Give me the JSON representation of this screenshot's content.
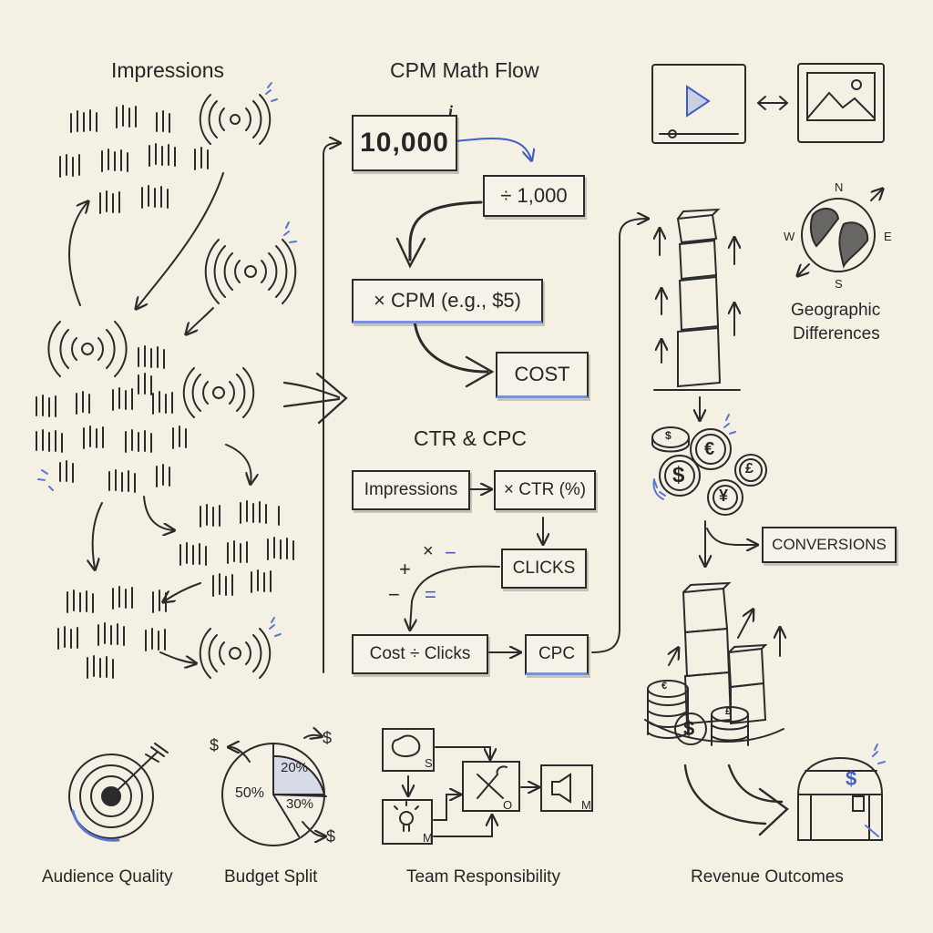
{
  "sections": {
    "impressions_title": "Impressions",
    "cpm_title": "CPM Math Flow",
    "ctr_title": "CTR & CPC",
    "geo_label_line1": "Geographic",
    "geo_label_line2": "Differences",
    "audience_label": "Audience Quality",
    "budget_label": "Budget Split",
    "team_label": "Team Responsibility",
    "revenue_label": "Revenue Outcomes"
  },
  "cpm_flow": {
    "impressions_value": "10,000",
    "info_mark": "i",
    "divide_step": "÷ 1,000",
    "multiply_step": "× CPM (e.g., $5)",
    "result": "COST"
  },
  "ctr_flow": {
    "impressions": "Impressions",
    "times_ctr": "× CTR (%)",
    "clicks": "CLICKS",
    "cost_div_clicks": "Cost ÷ Clicks",
    "cpc": "CPC",
    "op_plus": "+",
    "op_times": "×",
    "op_minus_1": "−",
    "op_minus_2": "−",
    "op_equals": "="
  },
  "conversions": "CONVERSIONS",
  "compass": {
    "n": "N",
    "s": "S",
    "e": "E",
    "w": "W"
  },
  "coins": {
    "c1": "$",
    "c2": "€",
    "c3": "£",
    "c4": "$",
    "c5": "¥"
  },
  "revenue_coins": {
    "euro": "€",
    "dollar": "$",
    "pound": "£"
  },
  "chest_symbol": "$",
  "budget": {
    "slice_a": "50%",
    "slice_b": "20%",
    "slice_c": "30%",
    "sym1": "$",
    "sym2": "$",
    "sym3": "$"
  },
  "team": {
    "s": "S",
    "m1": "M",
    "o": "O",
    "m2": "M"
  },
  "colors": {
    "ink": "#262626",
    "accent": "#5a78d0",
    "paper": "#f4f0e4"
  }
}
